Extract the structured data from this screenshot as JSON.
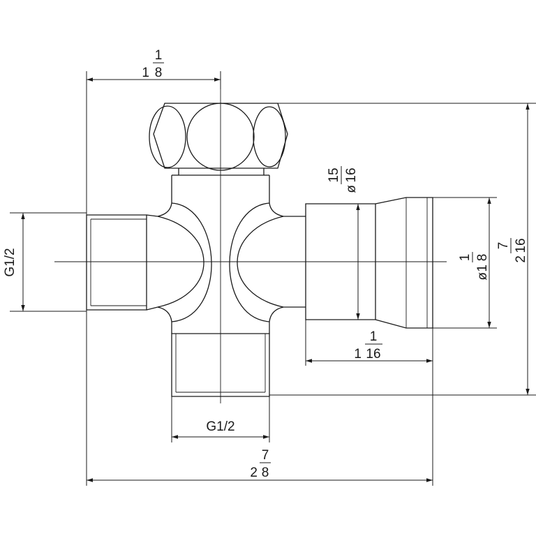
{
  "dimensions": {
    "top_width": {
      "whole": "1",
      "numerator": "1",
      "denominator": "8"
    },
    "left_thread": "G1/2",
    "bottom_thread": "G1/2",
    "nozzle_width": {
      "whole": "1",
      "numerator": "1",
      "denominator": "16"
    },
    "overall_width": {
      "whole": "2",
      "numerator": "7",
      "denominator": "8"
    },
    "right_height": {
      "whole": "2",
      "numerator": "7",
      "denominator": "16"
    },
    "body_dia": {
      "prefix": "ø",
      "whole": "1",
      "numerator": "1",
      "denominator": "8"
    },
    "inner_dia": {
      "prefix": "ø",
      "whole": "",
      "numerator": "15",
      "denominator": "16"
    }
  }
}
